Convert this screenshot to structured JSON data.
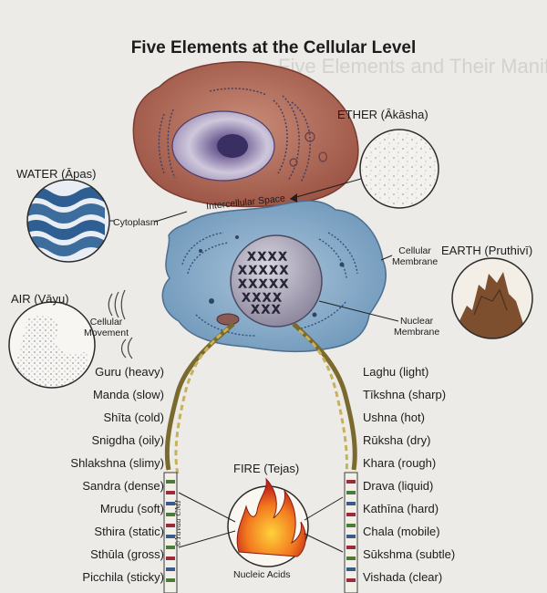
{
  "title": "Five Elements at the Cellular Level",
  "elements": {
    "ether": "ETHER (Ākāsha)",
    "water": "WATER (Āpas)",
    "air": "AIR (Vāyu)",
    "earth": "EARTH (Pruthivī)",
    "fire": "FIRE (Tejas)"
  },
  "labels": {
    "intercellular_space": "Intercellular Space",
    "cytoplasm": "Cytoplasm",
    "cellular_membrane": "Cellular\nMembrane",
    "cellular_movement": "Cellular\nMovement",
    "nuclear_membrane": "Nuclear\nMembrane",
    "nucleic_acids": "Nucleic Acids"
  },
  "qualities_left": [
    "Guru (heavy)",
    "Manda (slow)",
    "Shīta (cold)",
    "Snigdha (oily)",
    "Shlakshna (slimy)",
    "Sandra (dense)",
    "Mrudu (soft)",
    "Sthira (static)",
    "Sthūla (gross)",
    "Picchila (sticky)"
  ],
  "qualities_right": [
    "Laghu (light)",
    "Tīkshna (sharp)",
    "Ushna (hot)",
    "Rūksha (dry)",
    "Khara (rough)",
    "Drava (liquid)",
    "Kathīna (hard)",
    "Chala (mobile)",
    "Sūkshma (subtle)",
    "Vishada (clear)"
  ],
  "signature": "©Yuvaa CMI",
  "colors": {
    "background": "#ecebe8",
    "cell_top": "#b56f5c",
    "cell_bottom": "#7aa3c4",
    "nucleus": "#b9b5c7",
    "water": "#3c6d9d",
    "earth": "#7d4f2e",
    "fire": "#e8551d"
  }
}
